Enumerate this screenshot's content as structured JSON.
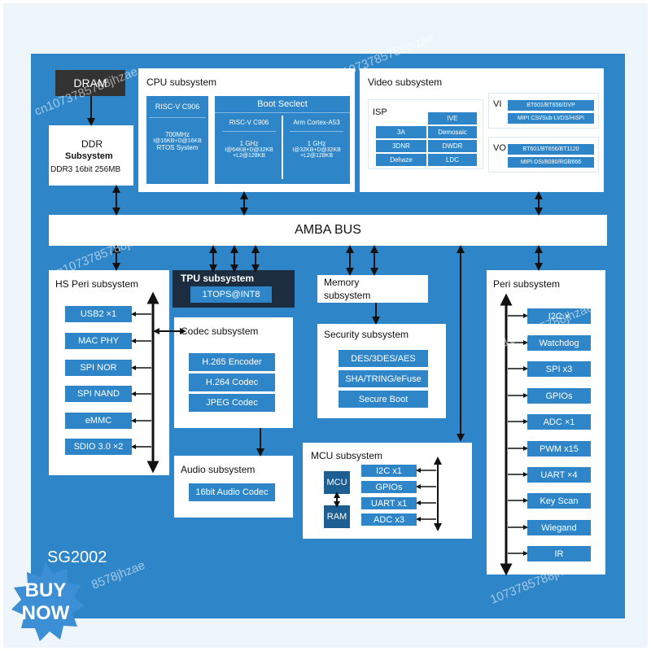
{
  "dram": {
    "label": "DRAM"
  },
  "ddr": {
    "title": "DDR",
    "subtitle": "Subsystem",
    "detail": "DDR3 16bit 256MB"
  },
  "cpu": {
    "title": "CPU subsystem",
    "riscv_c906": {
      "name": "RISC-V C906",
      "spec_1": "700MHz",
      "spec_2": "I@16KB+D@16KB",
      "spec_3": "RTOS System"
    },
    "boot_select": {
      "label": "Boot Seclect",
      "left": {
        "name": "RISC-V C906",
        "spec_1": "1 GHz",
        "spec_2": "I@64KB+D@32KB",
        "spec_3": "+L2@128KB"
      },
      "right": {
        "name": "Arm Cortex-A53",
        "spec_1": "1 GHz",
        "spec_2": "I@32KB+D@32KB",
        "spec_3": "+L2@128KB"
      }
    }
  },
  "video": {
    "title": "Video subsystem",
    "isp_label": "ISP",
    "isp_cells": [
      "IVE",
      "3A",
      "Demosaic",
      "3DNR",
      "DWDR",
      "Dehaze",
      "LDC"
    ],
    "vi_label": "VI",
    "vi_items": [
      "BT601/BT656/DVP",
      "MIPI CSI/Sub-LVDS/HiSPi"
    ],
    "vo_label": "VO",
    "vo_items": [
      "BT601/BT656/BT1120",
      "MIPI DSI/8080/RGB666"
    ]
  },
  "amba": {
    "label": "AMBA BUS"
  },
  "hs_peri": {
    "title": "HS Peri subsystem",
    "items": [
      "USB2 ×1",
      "MAC PHY",
      "SPI NOR",
      "SPI NAND",
      "eMMC",
      "SDIO 3.0 ×2"
    ]
  },
  "tpu": {
    "title": "TPU subsystem",
    "value": "1TOPS@INT8"
  },
  "codec": {
    "title": "Codec subsystem",
    "items": [
      "H.265 Encoder",
      "H.264 Codec",
      "JPEG Codec"
    ]
  },
  "audio": {
    "title": "Audio subsystem",
    "item": "16bit Audio Codec"
  },
  "memory": {
    "title_1": "Memory",
    "title_2": "subsystem"
  },
  "security": {
    "title": "Security subsystem",
    "items": [
      "DES/3DES/AES",
      "SHA/TRING/eFuse",
      "Secure Boot"
    ]
  },
  "mcu": {
    "title": "MCU subsystem",
    "mcu_label": "MCU",
    "ram_label": "RAM",
    "items": [
      "I2C x1",
      "GPIOs",
      "UART x1",
      "ADC x3"
    ]
  },
  "peri": {
    "title": "Peri subsystem",
    "items": [
      "I2C ×",
      "Watchdog",
      "SPI x3",
      "GPIOs",
      "ADC ×1",
      "PWM x15",
      "UART ×4",
      "Key Scan",
      "Wiegand",
      "IR"
    ]
  },
  "chip_name": "SG2002",
  "badge": {
    "line_1": "BUY",
    "line_2": "NOW"
  },
  "watermarks": [
    "cn1073785788jhzae",
    "cn1073785788jhzae",
    "cn1073785788jhzae",
    "cn1073785788jhzae",
    "1073785788jhzae",
    "8578jhzae"
  ],
  "colors": {
    "board_blue": "#2e86c8",
    "chip_dark": "#1e5f93",
    "badge_blue": "#3c8fd4",
    "frame_bg": "#eef6fb"
  },
  "chart_data": {
    "type": "table",
    "title": "",
    "note": "block diagram of SoC subsystems connected via AMBA BUS"
  }
}
